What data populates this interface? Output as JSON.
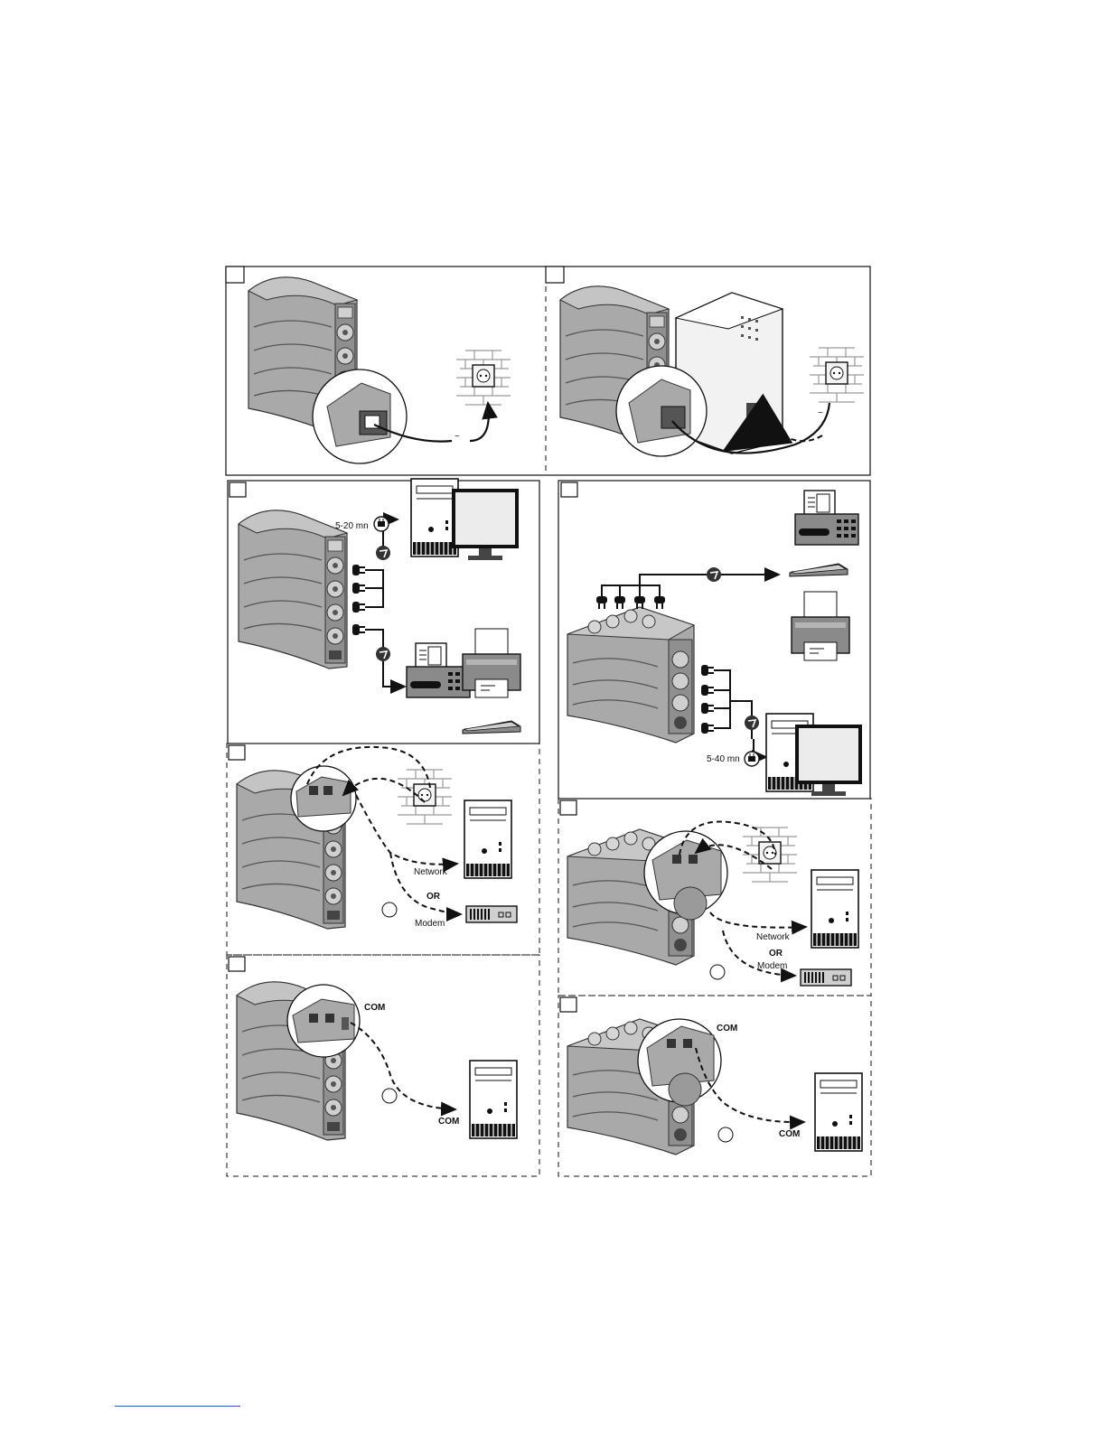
{
  "panels": {
    "p3": {
      "backup_time": "5-20 mn"
    },
    "p4": {
      "backup_time": "5-40 mn"
    },
    "p5": {
      "network": "Network",
      "or": "OR",
      "modem": "Modem"
    },
    "p6": {
      "network": "Network",
      "or": "OR",
      "modem": "Modem"
    },
    "p7": {
      "port_label": "COM",
      "pc_label": "COM"
    },
    "p8": {
      "port_label": "COM",
      "pc_label": "COM"
    }
  },
  "colors": {
    "ups_body": "#a9a9a9",
    "ups_dark": "#6e6e6e",
    "line": "#111111",
    "wall": "#9a9a9a",
    "link_rule": "#3b57c4"
  }
}
